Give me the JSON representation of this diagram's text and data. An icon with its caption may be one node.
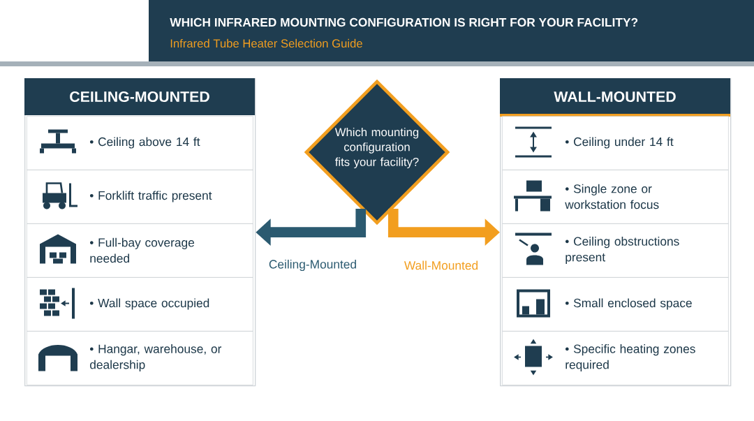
{
  "diagram": {
    "title": "WHICH INFRARED MOUNTING CONFIGURATION IS RIGHT FOR YOUR FACILITY?",
    "nodes": [
      {
        "text": [
          "CEILING-MOUNTED"
        ]
      },
      {
        "text": [
          "• Ceiling above 14 ft"
        ],
        "in": 0
      },
      {
        "text": [
          "• Forklift traffic present"
        ],
        "in": 0
      },
      {
        "text": [
          "• Full-bay coverage needed"
        ],
        "in": 0
      },
      {
        "text": [
          "• Wall space occupied"
        ],
        "in": 0
      },
      {
        "text": [
          "• Hangar, warehouse, or dealership"
        ],
        "in": 0
      },
      {
        "text": [
          "Which mounting configuration fits your facility?"
        ]
      },
      {
        "text": [
          "WALL-MOUNTED"
        ]
      },
      {
        "text": [
          "• Ceiling under 14 ft"
        ],
        "in": 7
      },
      {
        "text": [
          "• Single zone or workstation focus"
        ],
        "in": 7
      },
      {
        "text": [
          "• Ceiling obstructions present"
        ],
        "in": 7
      },
      {
        "text": [
          "• Small enclosed space"
        ],
        "in": 7
      },
      {
        "text": [
          "• Specific heating zones required"
        ],
        "in": 7
      }
    ],
    "edges": [
      {
        "from": 6,
        "to": 0,
        "arrow": "to",
        "label": "Ceiling-Mounted",
        "color": "#2b5a70"
      },
      {
        "from": 6,
        "to": 7,
        "arrow": "to",
        "label": "Wall-Mounted",
        "color": "#f29e1f"
      }
    ],
    "labels": [
      "Infrared Tube Heater Selection Guide"
    ]
  }
}
